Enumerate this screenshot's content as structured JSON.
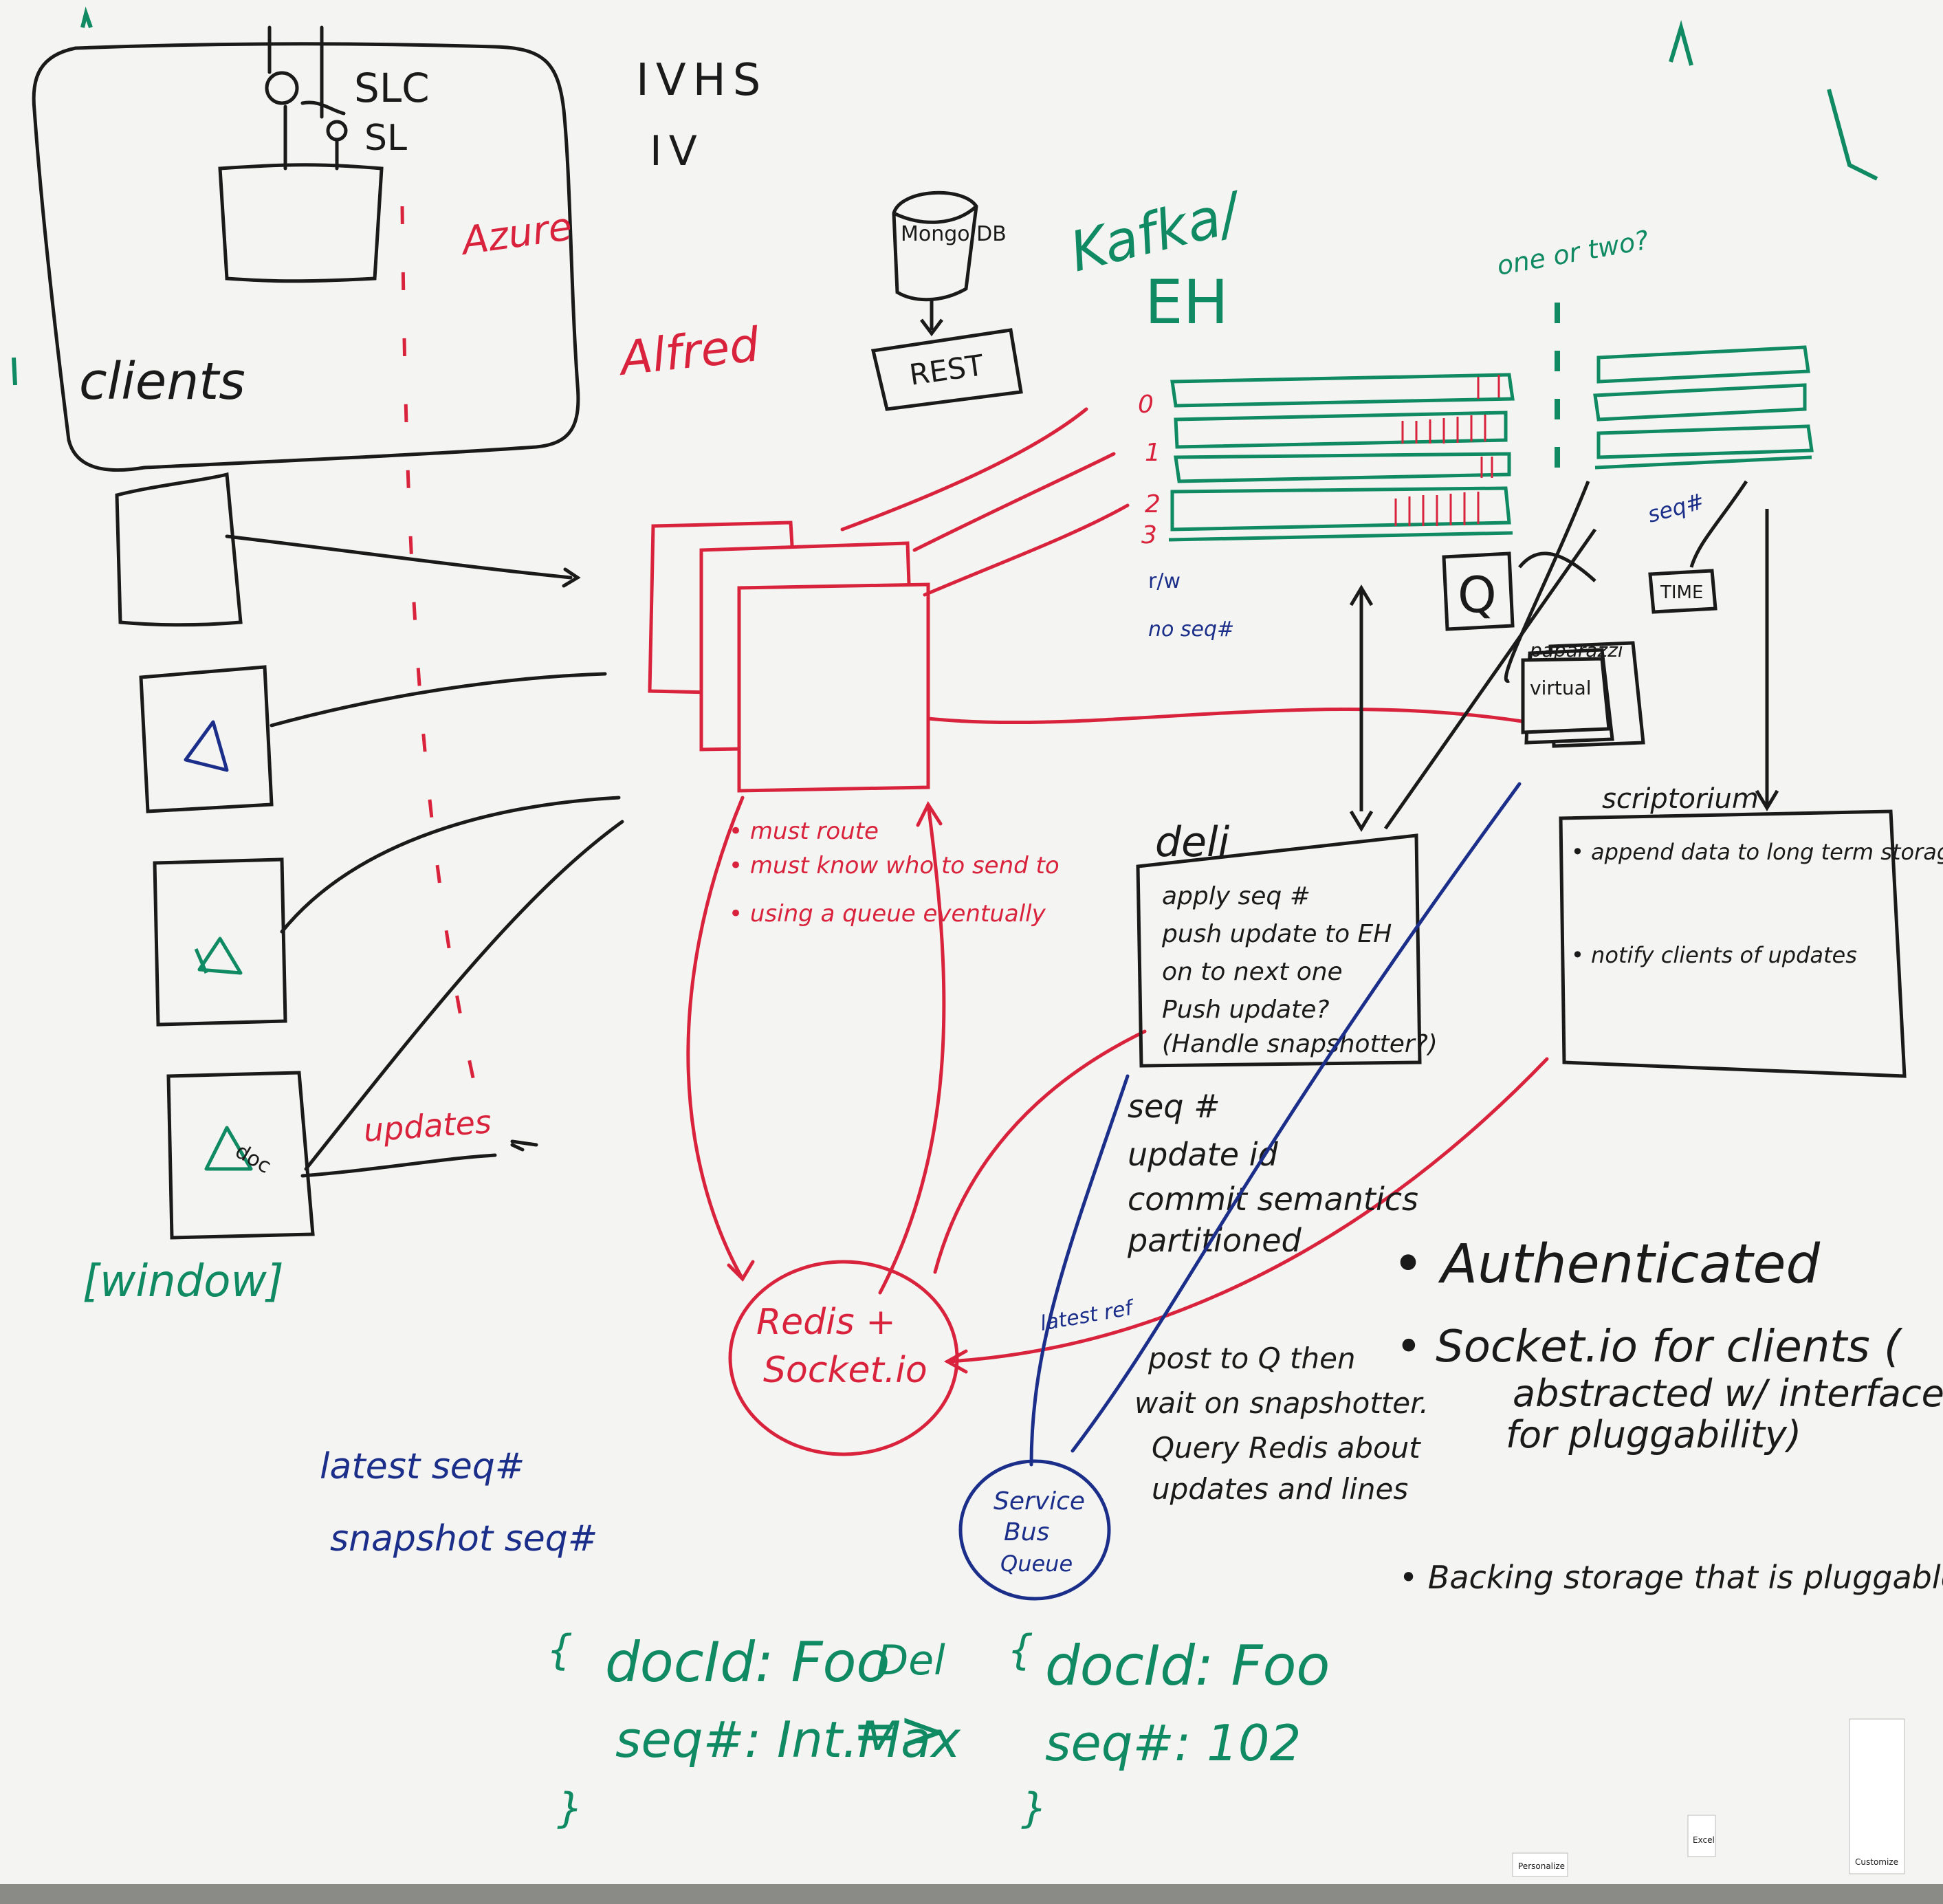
{
  "colors": {
    "black": "#1a1a1a",
    "red": "#d9233c",
    "green": "#0f8a63",
    "blue": "#1a2e8a",
    "board": "#f4f4f2"
  },
  "top": {
    "slc": "SLC",
    "sl": "SL",
    "ivhs": "IVHS",
    "iv": "IV",
    "azure": "Azure",
    "alfred": "Alfred",
    "clients": "clients",
    "window": "[window]"
  },
  "storage": {
    "mongo": "Mongo DB",
    "rest": "REST"
  },
  "kafka": {
    "title1": "Kafka/",
    "title2": "EH",
    "one_or_two": "one or two?",
    "partitions": [
      "0",
      "1",
      "2",
      "3"
    ],
    "note1": "r/w",
    "note2": "no seq#"
  },
  "alfred_notes": [
    "• must route",
    "• must know who to send to",
    "• using a queue eventually"
  ],
  "deli": {
    "title": "deli",
    "lines": [
      "apply seq #",
      "push update to EH",
      "on to next one",
      "Push update?",
      "(Handle snapshotter?)"
    ],
    "props": [
      "seq #",
      "update id",
      "commit semantics",
      "partitioned"
    ]
  },
  "scriptorium": {
    "title": "scriptorium",
    "lines": [
      "• append data to long term storage",
      "• notify clients of updates"
    ],
    "paparazzi": "paparazzi",
    "virtual": "virtual"
  },
  "misc": {
    "q": "Q",
    "seq": "seq#",
    "time": "TIME",
    "updates": "updates",
    "doc": "doc",
    "latest": "latest ref"
  },
  "redis": {
    "line1": "Redis +",
    "line2": "Socket.io"
  },
  "service_bus": {
    "line1": "Service",
    "line2": "Bus",
    "line3": "Queue"
  },
  "post_notes": [
    "post to Q then",
    "wait on snapshotter.",
    "Query Redis about",
    "updates and lines"
  ],
  "bullets": [
    "• Authenticated",
    "• Socket.io for clients (",
    "abstracted w/ interface",
    "for pluggability)",
    "• Backing storage that is pluggable"
  ],
  "seq_notes": {
    "latest": "latest seq#",
    "snapshot": "snapshot seq#"
  },
  "doc1": {
    "open": "{",
    "line1": "docId: Foo",
    "del": "Del",
    "line2": "seq#: Int.Max",
    "arrow": "=>",
    "close": "}"
  },
  "doc2": {
    "open": "{",
    "line1": "docId: Foo",
    "line2": "seq#: 102",
    "close": "}"
  },
  "stickies": [
    "Personalize",
    "Excel",
    "Customize"
  ]
}
